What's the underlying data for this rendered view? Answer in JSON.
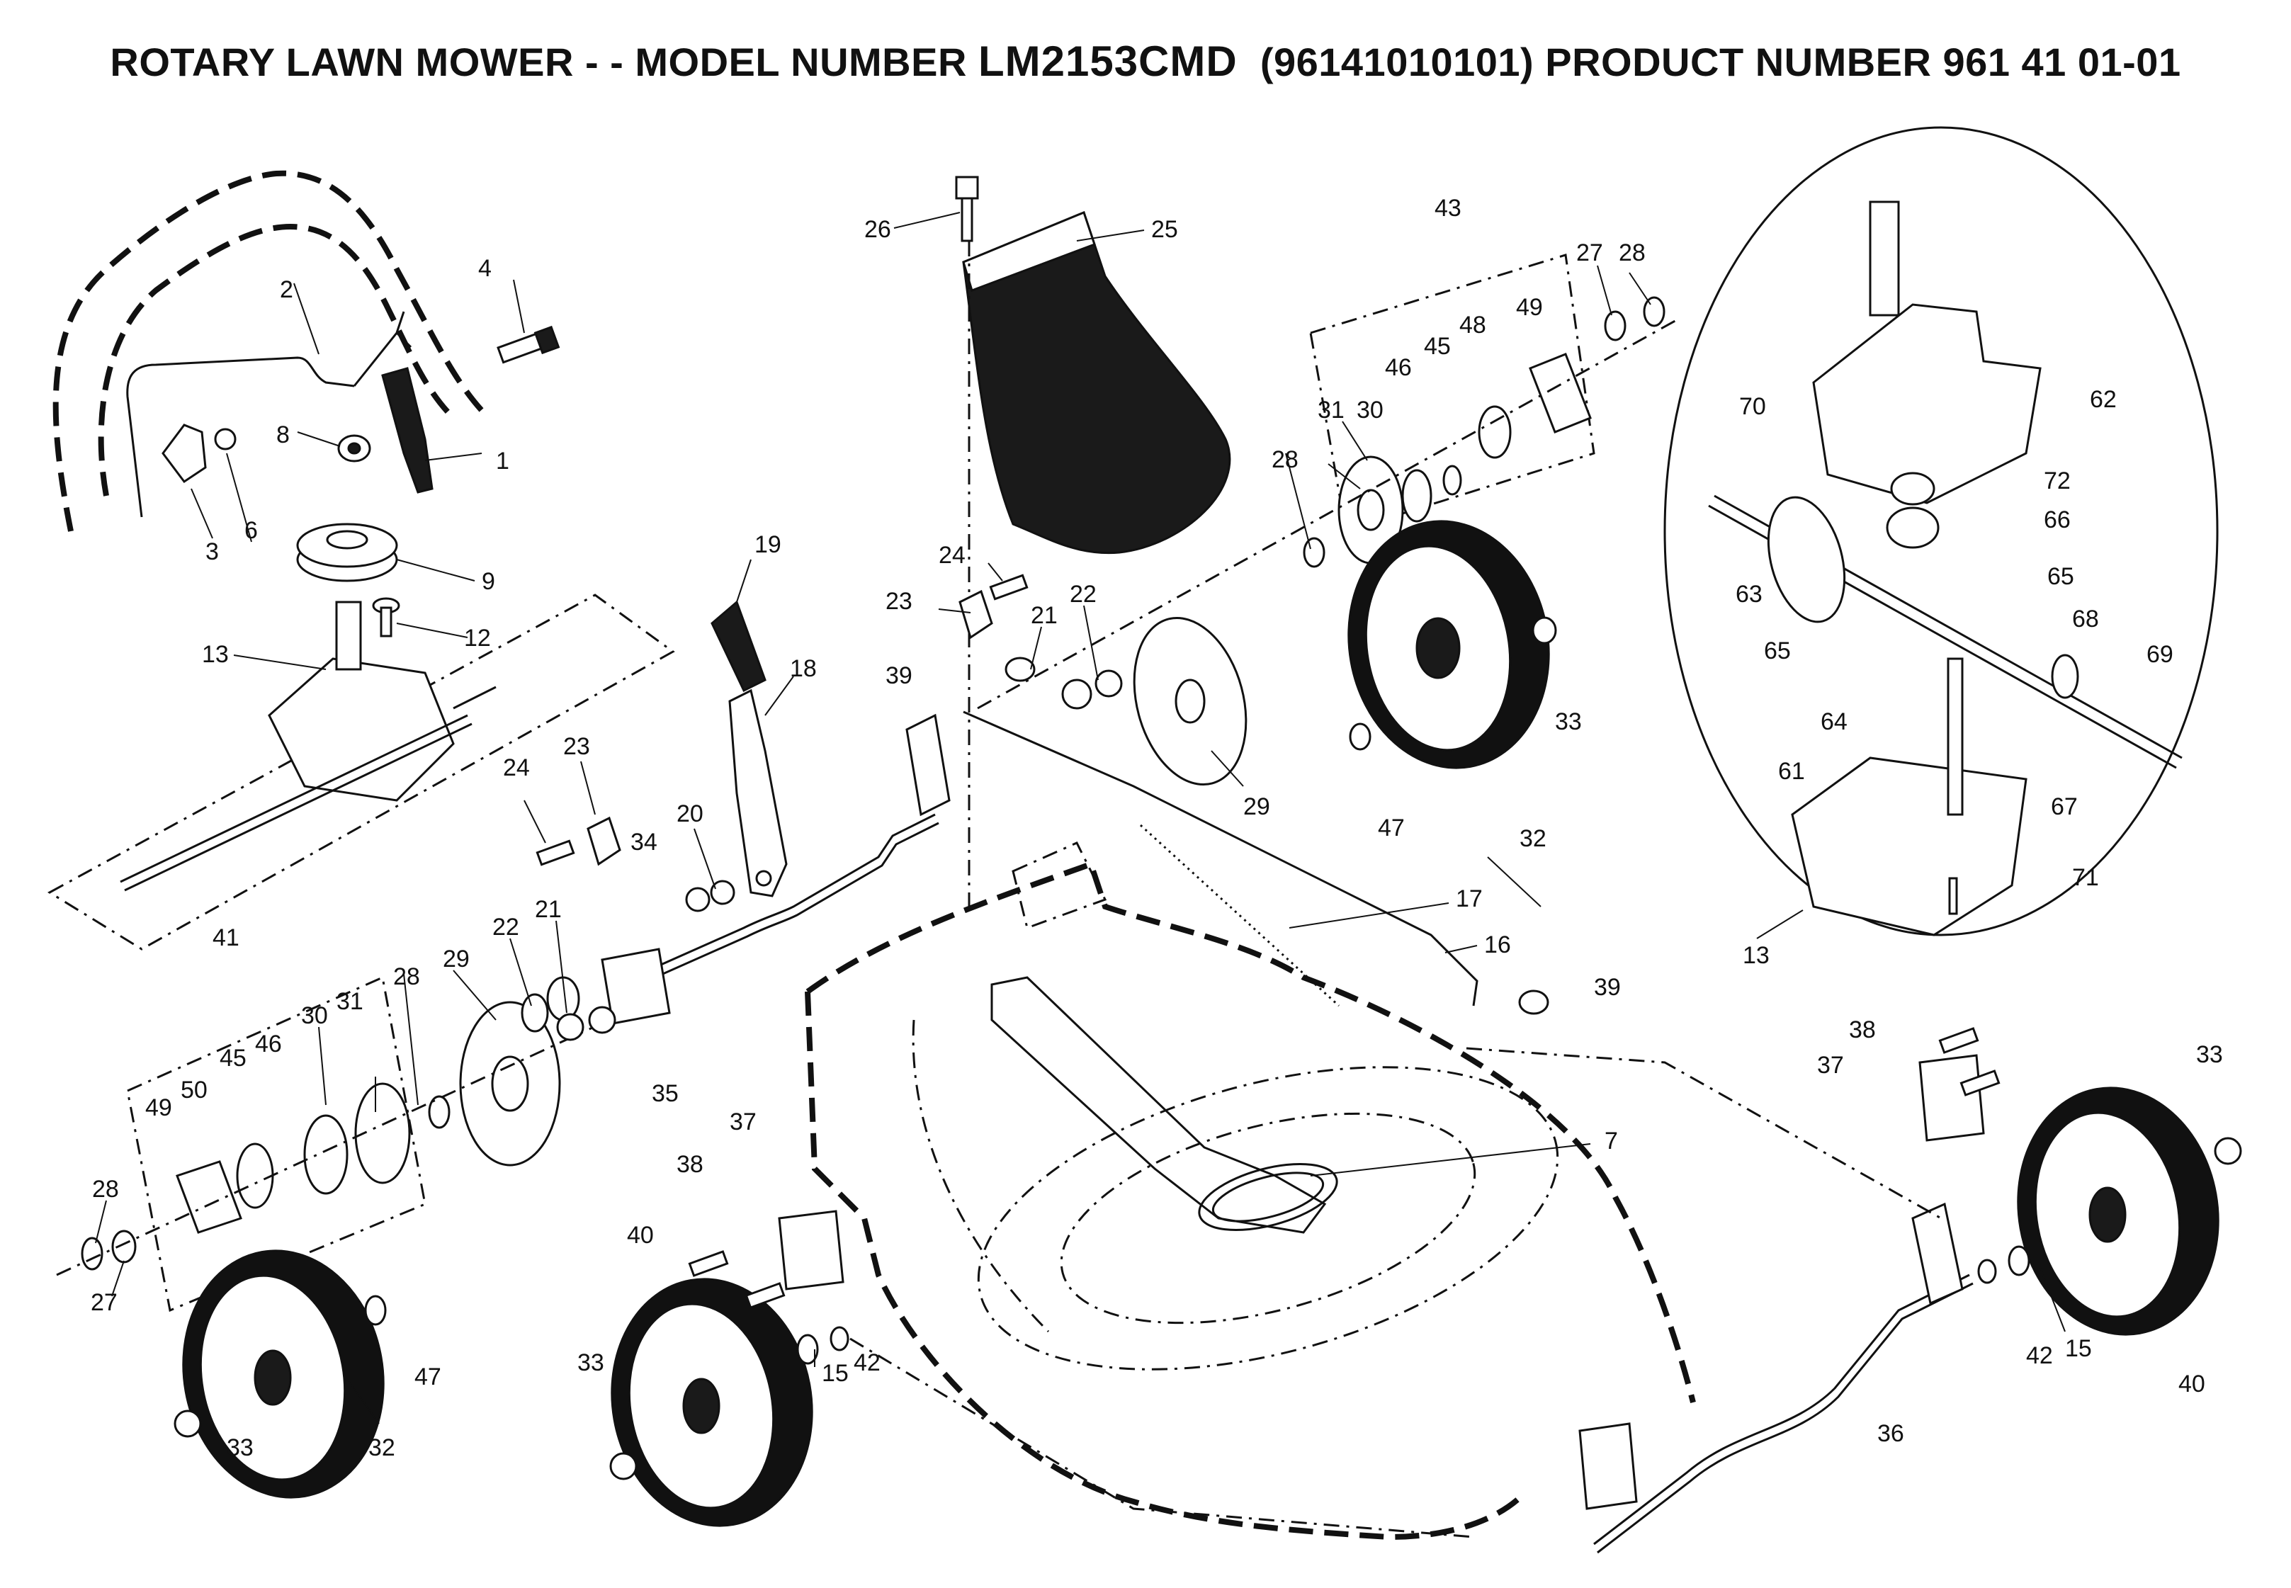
{
  "title": {
    "prefix": "ROTARY LAWN MOWER - - MODEL NUMBER ",
    "model": "LM2153CMD",
    "suffix": "  (96141010101) PRODUCT NUMBER 961 41 01-01"
  },
  "callouts": [
    {
      "id": "c1",
      "label": "1"
    },
    {
      "id": "c2",
      "label": "2"
    },
    {
      "id": "c3",
      "label": "3"
    },
    {
      "id": "c4",
      "label": "4"
    },
    {
      "id": "c6",
      "label": "6"
    },
    {
      "id": "c7",
      "label": "7"
    },
    {
      "id": "c8",
      "label": "8"
    },
    {
      "id": "c9",
      "label": "9"
    },
    {
      "id": "c12",
      "label": "12"
    },
    {
      "id": "c13a",
      "label": "13"
    },
    {
      "id": "c13b",
      "label": "13"
    },
    {
      "id": "c15a",
      "label": "15"
    },
    {
      "id": "c15b",
      "label": "15"
    },
    {
      "id": "c16",
      "label": "16"
    },
    {
      "id": "c17",
      "label": "17"
    },
    {
      "id": "c18",
      "label": "18"
    },
    {
      "id": "c19",
      "label": "19"
    },
    {
      "id": "c20",
      "label": "20"
    },
    {
      "id": "c21a",
      "label": "21"
    },
    {
      "id": "c21b",
      "label": "21"
    },
    {
      "id": "c22a",
      "label": "22"
    },
    {
      "id": "c22b",
      "label": "22"
    },
    {
      "id": "c23a",
      "label": "23"
    },
    {
      "id": "c23b",
      "label": "23"
    },
    {
      "id": "c24a",
      "label": "24"
    },
    {
      "id": "c24b",
      "label": "24"
    },
    {
      "id": "c25",
      "label": "25"
    },
    {
      "id": "c26",
      "label": "26"
    },
    {
      "id": "c27a",
      "label": "27"
    },
    {
      "id": "c27b",
      "label": "27"
    },
    {
      "id": "c28a",
      "label": "28"
    },
    {
      "id": "c28b",
      "label": "28"
    },
    {
      "id": "c28c",
      "label": "28"
    },
    {
      "id": "c28d",
      "label": "28"
    },
    {
      "id": "c29a",
      "label": "29"
    },
    {
      "id": "c29b",
      "label": "29"
    },
    {
      "id": "c30a",
      "label": "30"
    },
    {
      "id": "c30b",
      "label": "30"
    },
    {
      "id": "c31a",
      "label": "31"
    },
    {
      "id": "c31b",
      "label": "31"
    },
    {
      "id": "c32a",
      "label": "32"
    },
    {
      "id": "c32b",
      "label": "32"
    },
    {
      "id": "c33a",
      "label": "33"
    },
    {
      "id": "c33b",
      "label": "33"
    },
    {
      "id": "c33c",
      "label": "33"
    },
    {
      "id": "c33d",
      "label": "33"
    },
    {
      "id": "c34",
      "label": "34"
    },
    {
      "id": "c35",
      "label": "35"
    },
    {
      "id": "c36",
      "label": "36"
    },
    {
      "id": "c37a",
      "label": "37"
    },
    {
      "id": "c37b",
      "label": "37"
    },
    {
      "id": "c38a",
      "label": "38"
    },
    {
      "id": "c38b",
      "label": "38"
    },
    {
      "id": "c39a",
      "label": "39"
    },
    {
      "id": "c39b",
      "label": "39"
    },
    {
      "id": "c40a",
      "label": "40"
    },
    {
      "id": "c40b",
      "label": "40"
    },
    {
      "id": "c41",
      "label": "41"
    },
    {
      "id": "c42a",
      "label": "42"
    },
    {
      "id": "c42b",
      "label": "42"
    },
    {
      "id": "c43",
      "label": "43"
    },
    {
      "id": "c45a",
      "label": "45"
    },
    {
      "id": "c45b",
      "label": "45"
    },
    {
      "id": "c46a",
      "label": "46"
    },
    {
      "id": "c46b",
      "label": "46"
    },
    {
      "id": "c47a",
      "label": "47"
    },
    {
      "id": "c47b",
      "label": "47"
    },
    {
      "id": "c48",
      "label": "48"
    },
    {
      "id": "c49a",
      "label": "49"
    },
    {
      "id": "c49b",
      "label": "49"
    },
    {
      "id": "c50",
      "label": "50"
    },
    {
      "id": "c61",
      "label": "61"
    },
    {
      "id": "c62",
      "label": "62"
    },
    {
      "id": "c63",
      "label": "63"
    },
    {
      "id": "c64",
      "label": "64"
    },
    {
      "id": "c65a",
      "label": "65"
    },
    {
      "id": "c65b",
      "label": "65"
    },
    {
      "id": "c66",
      "label": "66"
    },
    {
      "id": "c67",
      "label": "67"
    },
    {
      "id": "c68",
      "label": "68"
    },
    {
      "id": "c69",
      "label": "69"
    },
    {
      "id": "c70",
      "label": "70"
    },
    {
      "id": "c71",
      "label": "71"
    },
    {
      "id": "c72",
      "label": "72"
    }
  ]
}
